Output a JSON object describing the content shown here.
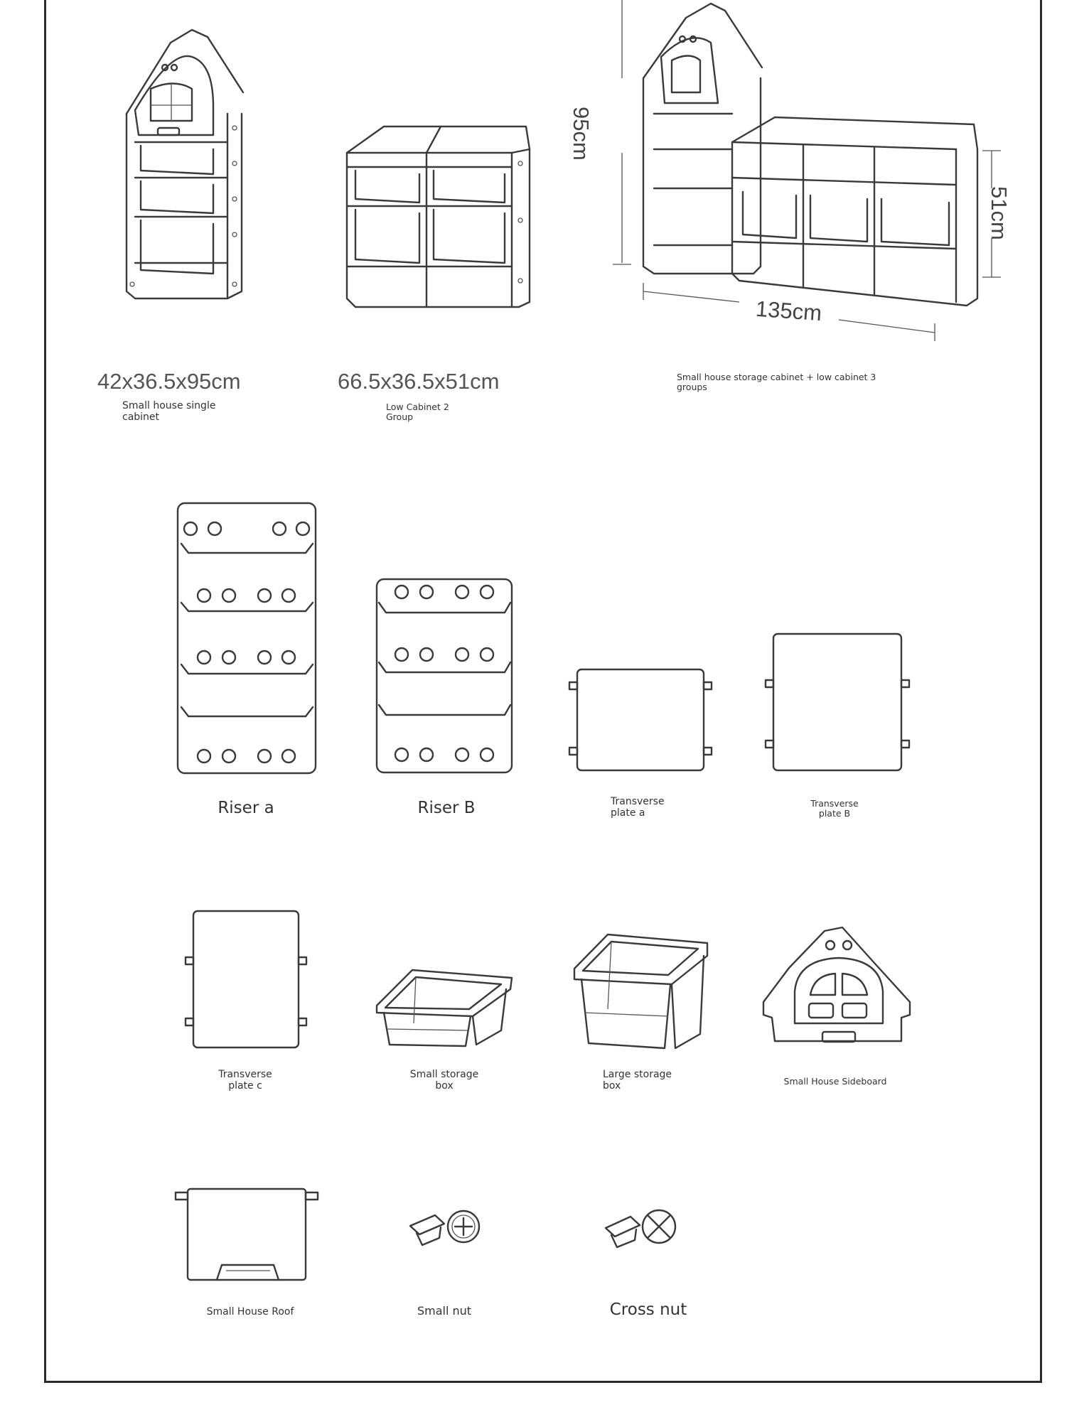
{
  "dimensions": {
    "single": "42x36.5x95cm",
    "low2": "66.5x36.5x51cm",
    "height_tall": "95cm",
    "height_low": "51cm",
    "width_total": "135cm"
  },
  "configs": {
    "single_label": "Small house single cabinet",
    "low2_label": "Low Cabinet 2 Group",
    "combo_label": "Small house storage cabinet + low cabinet 3 groups"
  },
  "parts": {
    "riser_a": "Riser a",
    "riser_b": "Riser B",
    "transverse_a": "Transverse plate a",
    "transverse_b": "Transverse plate B",
    "transverse_c": "Transverse plate c",
    "small_box": "Small storage box",
    "large_box": "Large storage box",
    "sideboard": "Small House Sideboard",
    "roof": "Small House Roof",
    "small_nut": "Small nut",
    "cross_nut": "Cross nut"
  }
}
